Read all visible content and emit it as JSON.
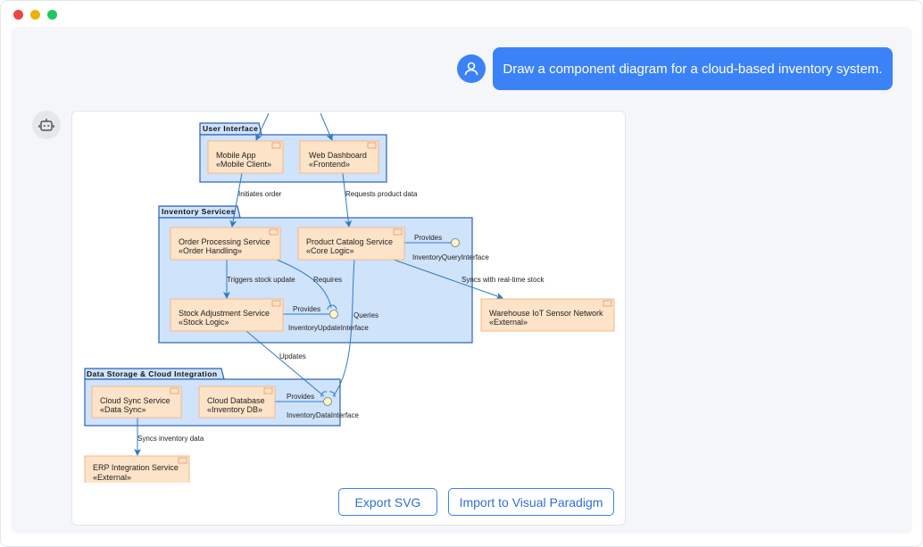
{
  "window": {
    "dots": [
      "#ef4444",
      "#eab308",
      "#22c55e"
    ]
  },
  "chat": {
    "user_message": "Draw a component diagram for a cloud-based inventory system.",
    "user_icon": "user-icon",
    "bot_icon": "robot-icon"
  },
  "diagram": {
    "packages": {
      "ui": "User Interface",
      "inventory": "Inventory Services",
      "storage": "Data Storage & Cloud Integration"
    },
    "components": {
      "mobile": {
        "name": "Mobile App",
        "stereotype": "«Mobile Client»"
      },
      "web": {
        "name": "Web Dashboard",
        "stereotype": "«Frontend»"
      },
      "order": {
        "name": "Order Processing Service",
        "stereotype": "«Order Handling»"
      },
      "catalog": {
        "name": "Product Catalog Service",
        "stereotype": "«Core Logic»"
      },
      "stock": {
        "name": "Stock Adjustment Service",
        "stereotype": "«Stock Logic»"
      },
      "warehouse": {
        "name": "Warehouse IoT Sensor Network",
        "stereotype": "«External»"
      },
      "sync": {
        "name": "Cloud Sync Service",
        "stereotype": "«Data Sync»"
      },
      "db": {
        "name": "Cloud Database",
        "stereotype": "«Inventory DB»"
      },
      "erp": {
        "name": "ERP Integration Service",
        "stereotype": "«External»"
      }
    },
    "interfaces": {
      "query": "InventoryQueryInterface",
      "update": "InventoryUpdateInterface",
      "data": "InventoryDataInterface"
    },
    "labels": {
      "initiates": "Initiates order",
      "requests": "Requests product data",
      "triggers": "Triggers stock update",
      "requires": "Requires",
      "provides_stock": "Provides",
      "provides_catalog": "Provides",
      "provides_db": "Provides",
      "syncs_realtime": "Syncs with real-time stock",
      "queries": "Queries",
      "updates": "Updates",
      "syncs_inventory": "Syncs inventory data"
    }
  },
  "actions": {
    "export": "Export SVG",
    "import": "Import to Visual Paradigm"
  }
}
